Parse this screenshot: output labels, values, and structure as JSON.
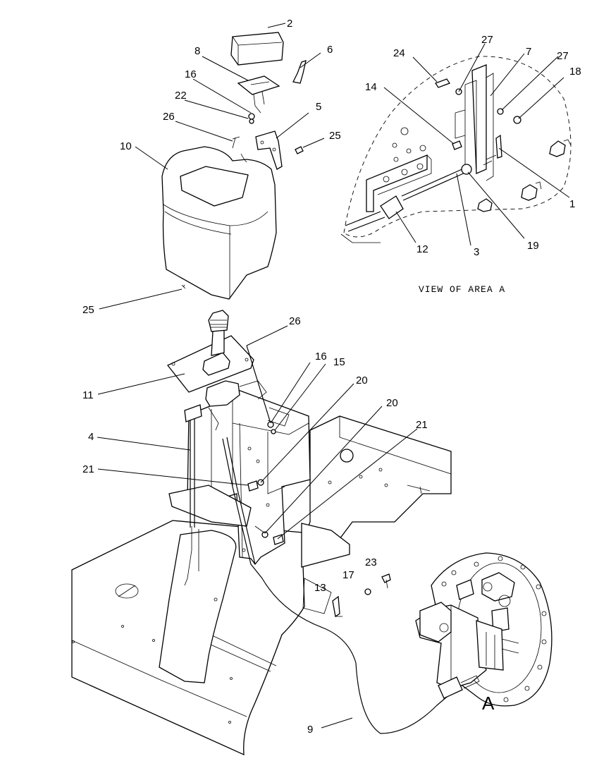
{
  "callouts": {
    "c2": "2",
    "c8": "8",
    "c6": "6",
    "c16a": "16",
    "c22": "22",
    "c5": "5",
    "c26a": "26",
    "c25a": "25",
    "c10": "10",
    "c25b": "25",
    "c26b": "26",
    "c11": "11",
    "c16b": "16",
    "c15": "15",
    "c20a": "20",
    "c20b": "20",
    "c4": "4",
    "c21a": "21",
    "c21b": "21",
    "c23": "23",
    "c17": "17",
    "c13": "13",
    "c9": "9",
    "c27a": "27",
    "c24": "24",
    "c7": "7",
    "c27b": "27",
    "c18": "18",
    "c14": "14",
    "c1": "1",
    "c19": "19",
    "c3": "3",
    "c12": "12"
  },
  "view_caption": "VIEW OF AREA A",
  "area_letter": "A"
}
